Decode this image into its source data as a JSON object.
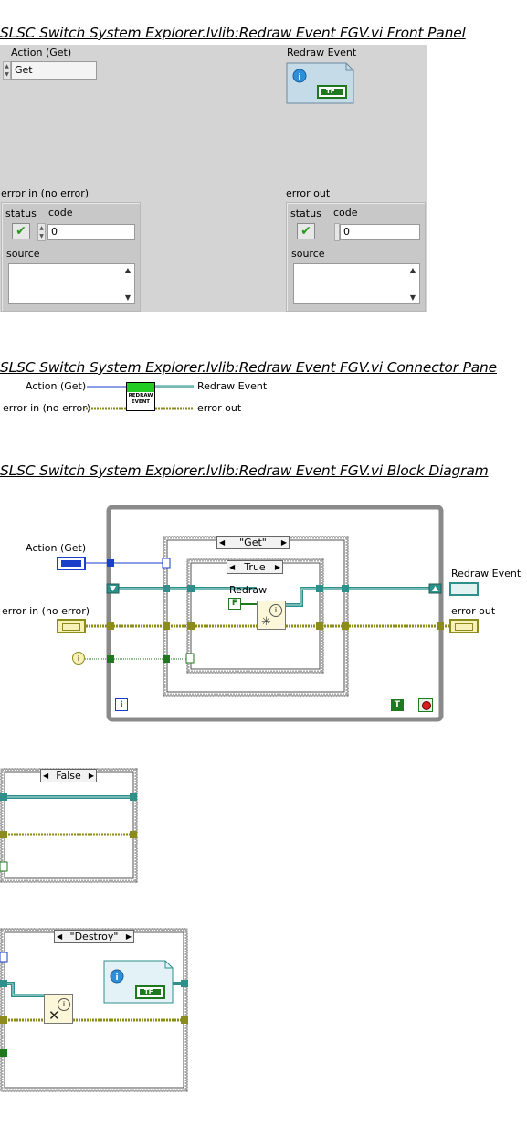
{
  "front_panel": {
    "title": "SLSC Switch System Explorer.lvlib:Redraw Event FGV.vi Front Panel",
    "action_label": "Action (Get)",
    "action_value": "Get",
    "redraw_label": "Redraw Event",
    "error_in_label": "error in (no error)",
    "error_out_label": "error out",
    "status_label": "status",
    "code_label": "code",
    "source_label": "source",
    "code_in_value": "0",
    "code_out_value": "0",
    "tf_text": "TF"
  },
  "connector_pane": {
    "title": "SLSC Switch System Explorer.lvlib:Redraw Event FGV.vi Connector Pane",
    "left_inputs": [
      "Action (Get)",
      "error in (no error)"
    ],
    "right_outputs": [
      "Redraw Event",
      "error out"
    ],
    "icon_text_1": "REDRAW",
    "icon_text_2": "EVENT"
  },
  "block_diagram": {
    "title": "SLSC Switch System Explorer.lvlib:Redraw Event FGV.vi Block Diagram",
    "action_label": "Action (Get)",
    "error_in_label": "error in (no error)",
    "redraw_event_label": "Redraw Event",
    "error_out_label": "error out",
    "outer_case_selector": "\"Get\"",
    "inner_case_selector": "True",
    "redraw_const_label": "Redraw",
    "false_const": "F",
    "true_const": "T",
    "loop_index": "i",
    "alt_case_1": "False",
    "alt_case_2": "\"Destroy\"",
    "tf_text": "TF"
  },
  "colors": {
    "error_wire": "#8c8c1a",
    "refnum_wire": "#2f8f8a",
    "enum_wire": "#1a3fc8",
    "boolean_wire": "#1f7a1f",
    "case_border": "#505050"
  }
}
